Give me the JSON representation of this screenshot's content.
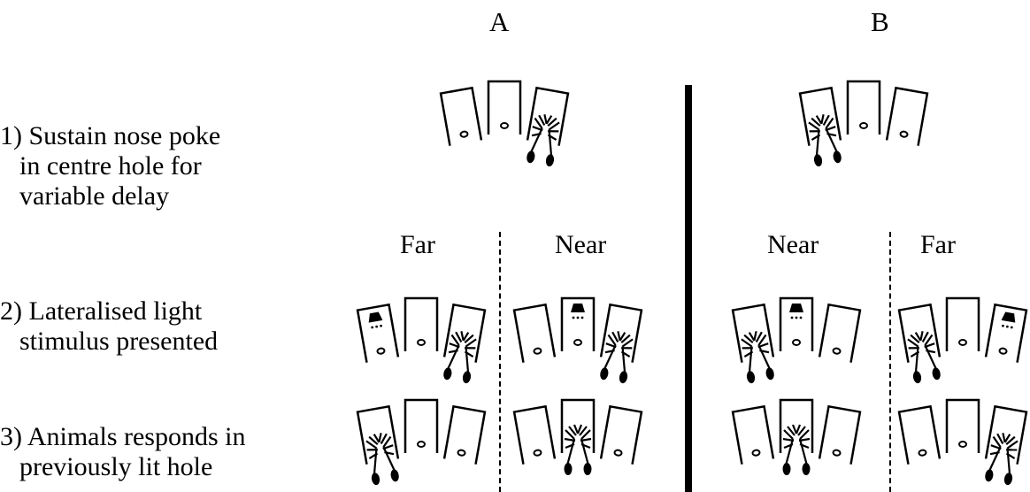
{
  "columns": {
    "a": "A",
    "b": "B"
  },
  "steps": [
    {
      "lines": [
        "1) Sustain nose poke",
        "in centre hole for",
        "variable delay"
      ]
    },
    {
      "lines": [
        "2) Lateralised light",
        "stimulus presented"
      ]
    },
    {
      "lines": [
        "3) Animals responds in",
        "previously lit hole"
      ]
    }
  ],
  "labels": {
    "a_left": "Far",
    "a_right": "Near",
    "b_left": "Near",
    "b_right": "Far"
  },
  "panels": [
    {
      "id": "top-a",
      "rat": 2,
      "light": null
    },
    {
      "id": "top-b",
      "rat": 0,
      "light": null
    },
    {
      "id": "mid-a-far",
      "rat": 2,
      "light": 0
    },
    {
      "id": "mid-a-near",
      "rat": 2,
      "light": 1
    },
    {
      "id": "mid-b-near",
      "rat": 0,
      "light": 1
    },
    {
      "id": "mid-b-far",
      "rat": 0,
      "light": 2
    },
    {
      "id": "bot-a-far",
      "rat": 0,
      "light": null
    },
    {
      "id": "bot-a-near",
      "rat": 1,
      "light": null
    },
    {
      "id": "bot-b-near",
      "rat": 1,
      "light": null
    },
    {
      "id": "bot-b-far",
      "rat": 2,
      "light": null
    }
  ]
}
